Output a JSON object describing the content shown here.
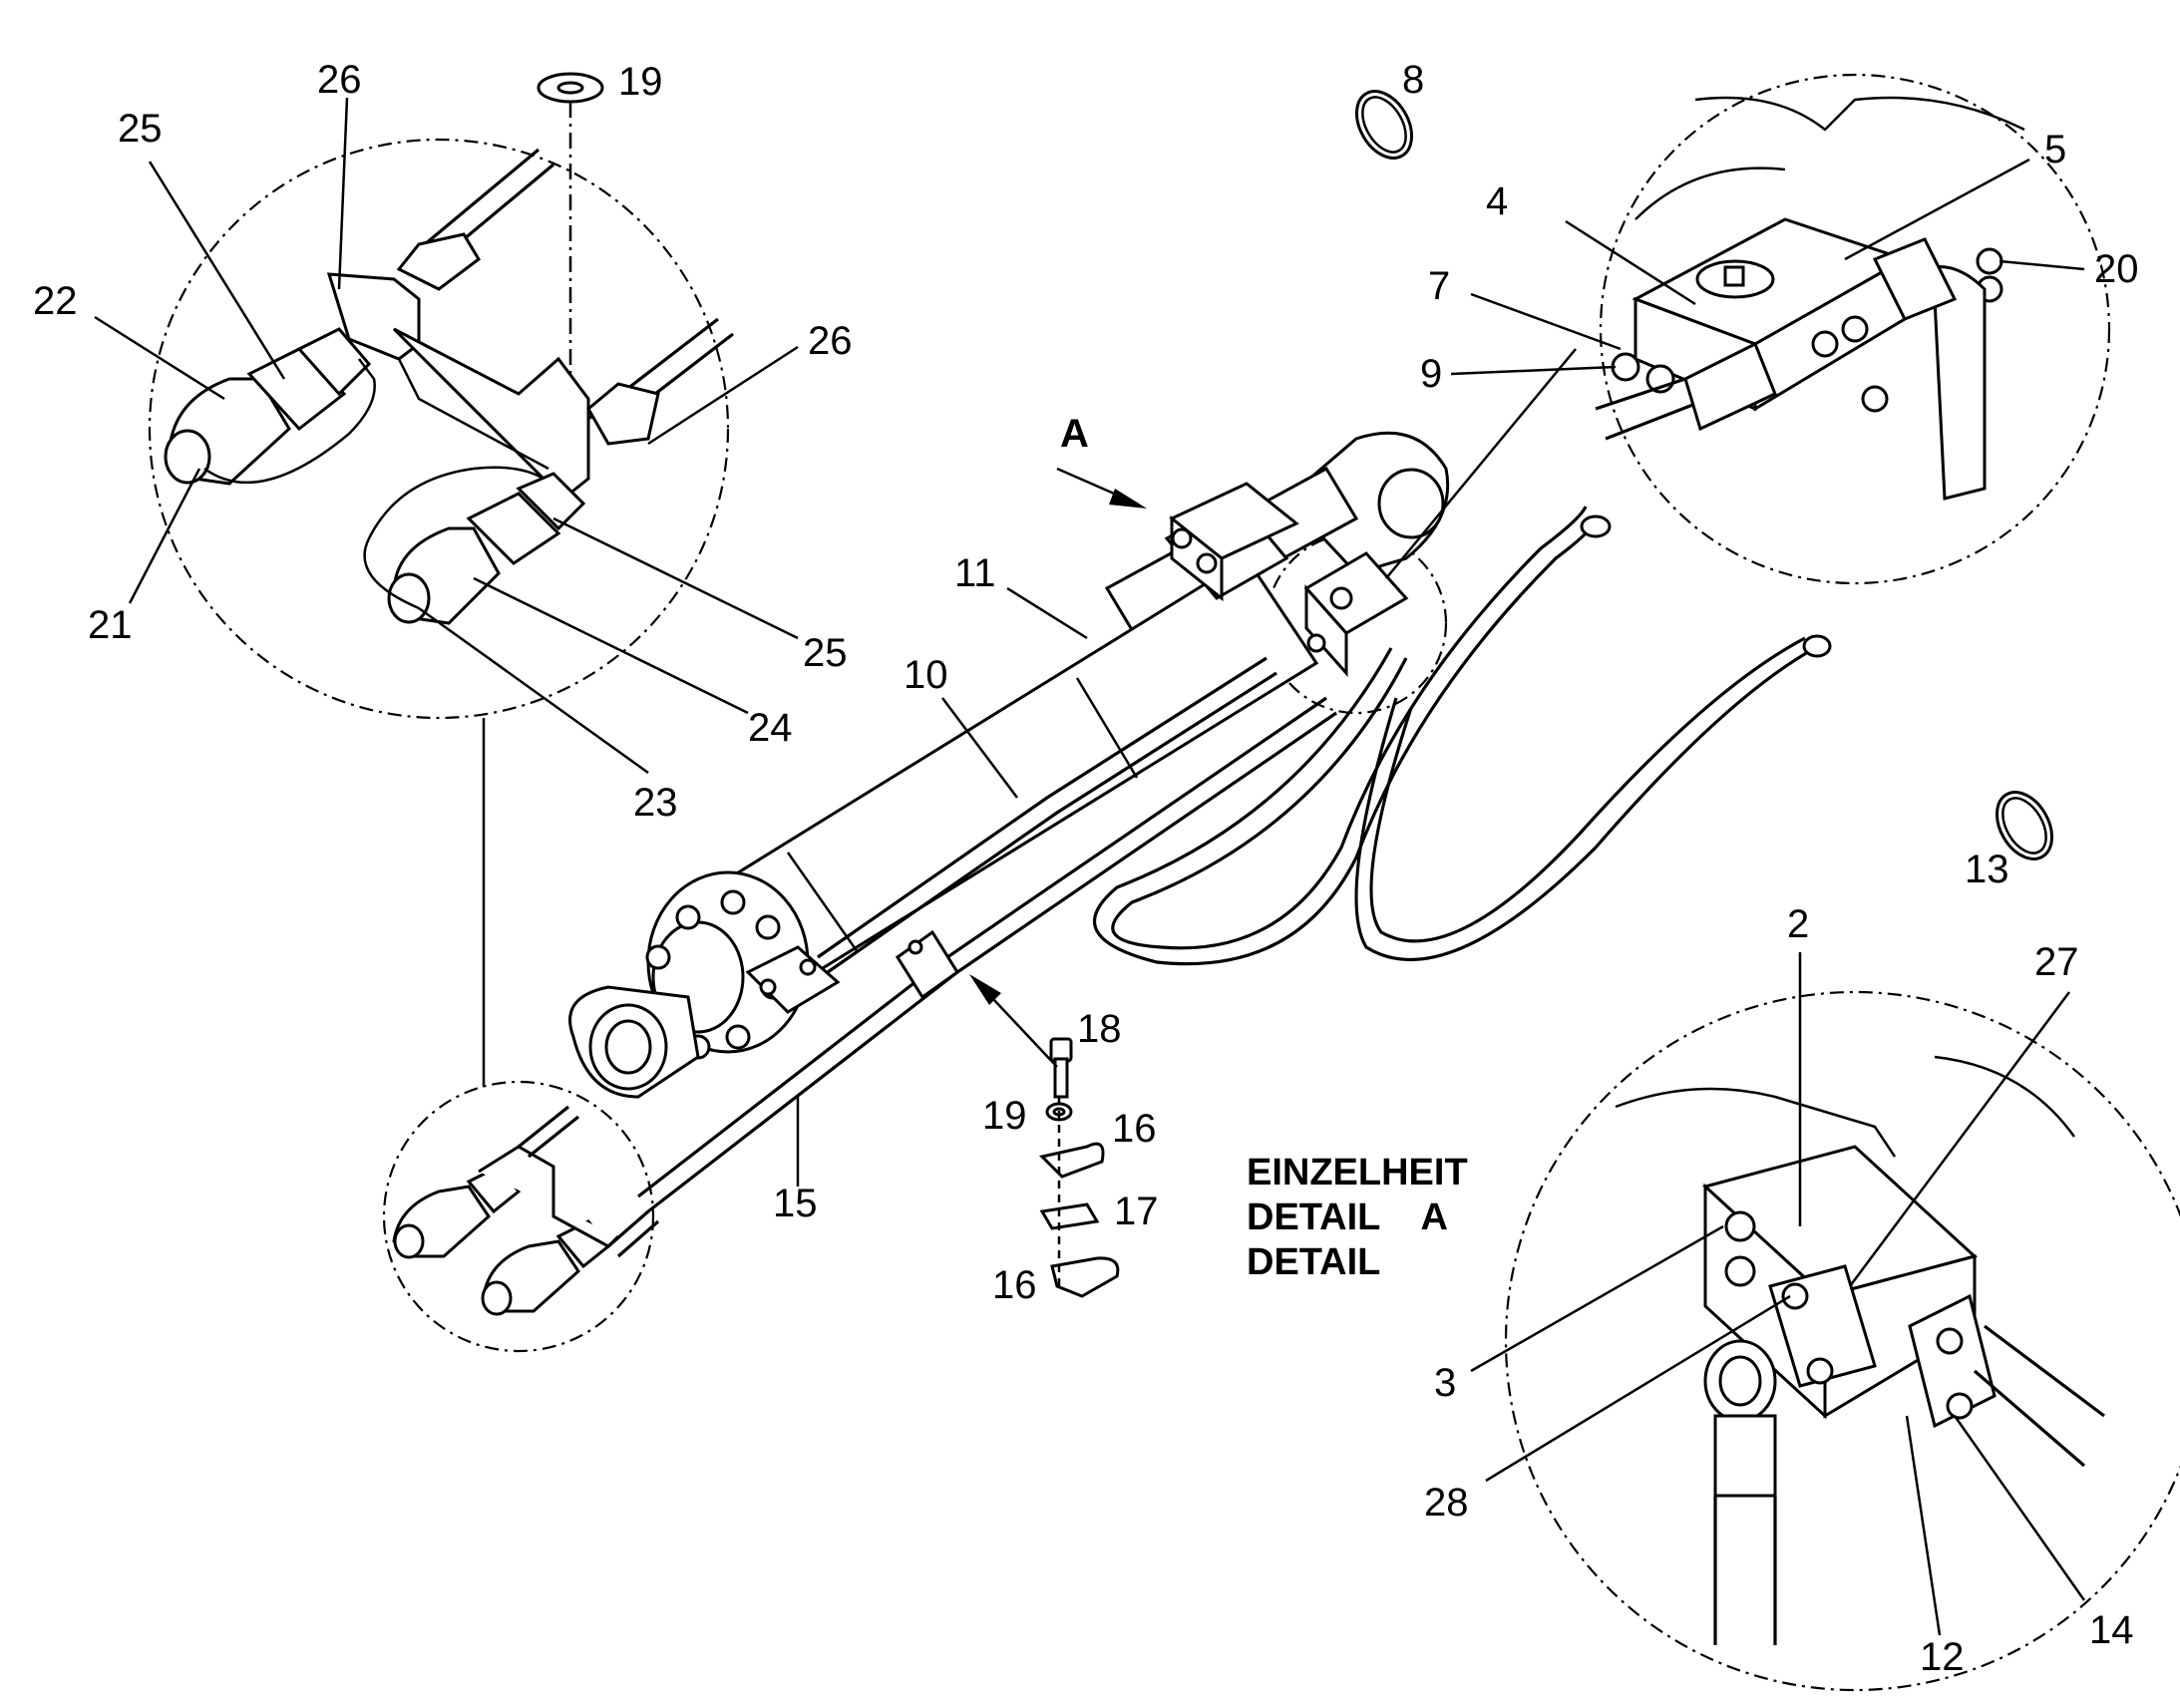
{
  "drawing": {
    "view_arrow_label": "A",
    "detail_heading": [
      "EINZELHEIT",
      "DETAIL    A",
      "DETAIL"
    ],
    "callouts": [
      {
        "id": "c1",
        "text": "26"
      },
      {
        "id": "c2",
        "text": "19"
      },
      {
        "id": "c3",
        "text": "25"
      },
      {
        "id": "c4",
        "text": "22"
      },
      {
        "id": "c5",
        "text": "26"
      },
      {
        "id": "c6",
        "text": "21"
      },
      {
        "id": "c7",
        "text": "25"
      },
      {
        "id": "c8",
        "text": "24"
      },
      {
        "id": "c9",
        "text": "23"
      },
      {
        "id": "c10",
        "text": "8"
      },
      {
        "id": "c11",
        "text": "4"
      },
      {
        "id": "c12",
        "text": "5"
      },
      {
        "id": "c13",
        "text": "7"
      },
      {
        "id": "c14",
        "text": "20"
      },
      {
        "id": "c15",
        "text": "9"
      },
      {
        "id": "c16",
        "text": "11"
      },
      {
        "id": "c17",
        "text": "10"
      },
      {
        "id": "c18",
        "text": "13"
      },
      {
        "id": "c19",
        "text": "2"
      },
      {
        "id": "c20",
        "text": "27"
      },
      {
        "id": "c21",
        "text": "18"
      },
      {
        "id": "c22",
        "text": "19"
      },
      {
        "id": "c23",
        "text": "16"
      },
      {
        "id": "c24",
        "text": "15"
      },
      {
        "id": "c25",
        "text": "17"
      },
      {
        "id": "c26",
        "text": "16"
      },
      {
        "id": "c27",
        "text": "3"
      },
      {
        "id": "c28",
        "text": "28"
      },
      {
        "id": "c29",
        "text": "12"
      },
      {
        "id": "c30",
        "text": "14"
      }
    ]
  }
}
